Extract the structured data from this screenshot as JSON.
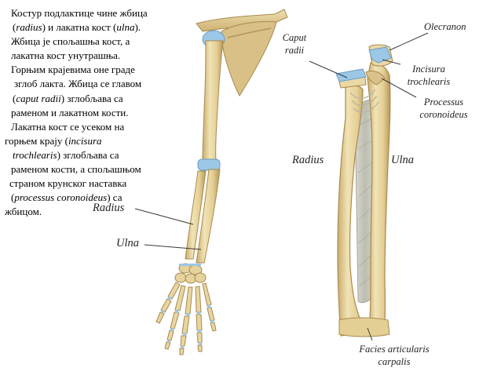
{
  "description": {
    "lines": [
      [
        "Костур подлактице чине жбица",
        null,
        ""
      ],
      [
        "(",
        "radius",
        ") и лакатна кост ("
      ],
      [
        "",
        "ulna",
        ")."
      ],
      [
        "Жбица је спољашња кост, а",
        null,
        ""
      ],
      [
        "лакатна кост унутрашња.",
        null,
        ""
      ],
      [
        "Горњим крајевима оне граде",
        null,
        ""
      ],
      [
        "зглоб лакта. Жбица се главом",
        null,
        ""
      ],
      [
        "(",
        "caput radii",
        ") зглобљава са"
      ],
      [
        "раменом и лакатном кости.",
        null,
        ""
      ],
      [
        "Лакатна кост се усеком на",
        null,
        ""
      ],
      [
        "горњем крају (",
        "incisura",
        ""
      ],
      [
        "",
        "trochlearis",
        ") зглобљава са"
      ],
      [
        "раменом кости, а спољашњом",
        null,
        ""
      ],
      [
        "страном крунског наставка",
        null,
        ""
      ],
      [
        "(",
        "processus coronoideus",
        ") са"
      ],
      [
        "жбицом.",
        null,
        ""
      ]
    ]
  },
  "left_figure": {
    "radius_label": "Radius",
    "ulna_label": "Ulna"
  },
  "right_figure": {
    "caput_radii": [
      "Caput",
      "radii"
    ],
    "olecranon": "Olecranon",
    "incisura_trochlearis": [
      "Incisura",
      "trochlearis"
    ],
    "processus_coronoideus": [
      "Processus",
      "coronoideus"
    ],
    "radius_label": "Radius",
    "ulna_label": "Ulna",
    "facies_articularis_carpalis": [
      "Facies articularis",
      "carpalis"
    ]
  },
  "colors": {
    "bone": "#e9d8a6",
    "bone_shade": "#c9ad6d",
    "cartilage": "#9cc7e6",
    "leader_line": "#3a3a3a"
  }
}
